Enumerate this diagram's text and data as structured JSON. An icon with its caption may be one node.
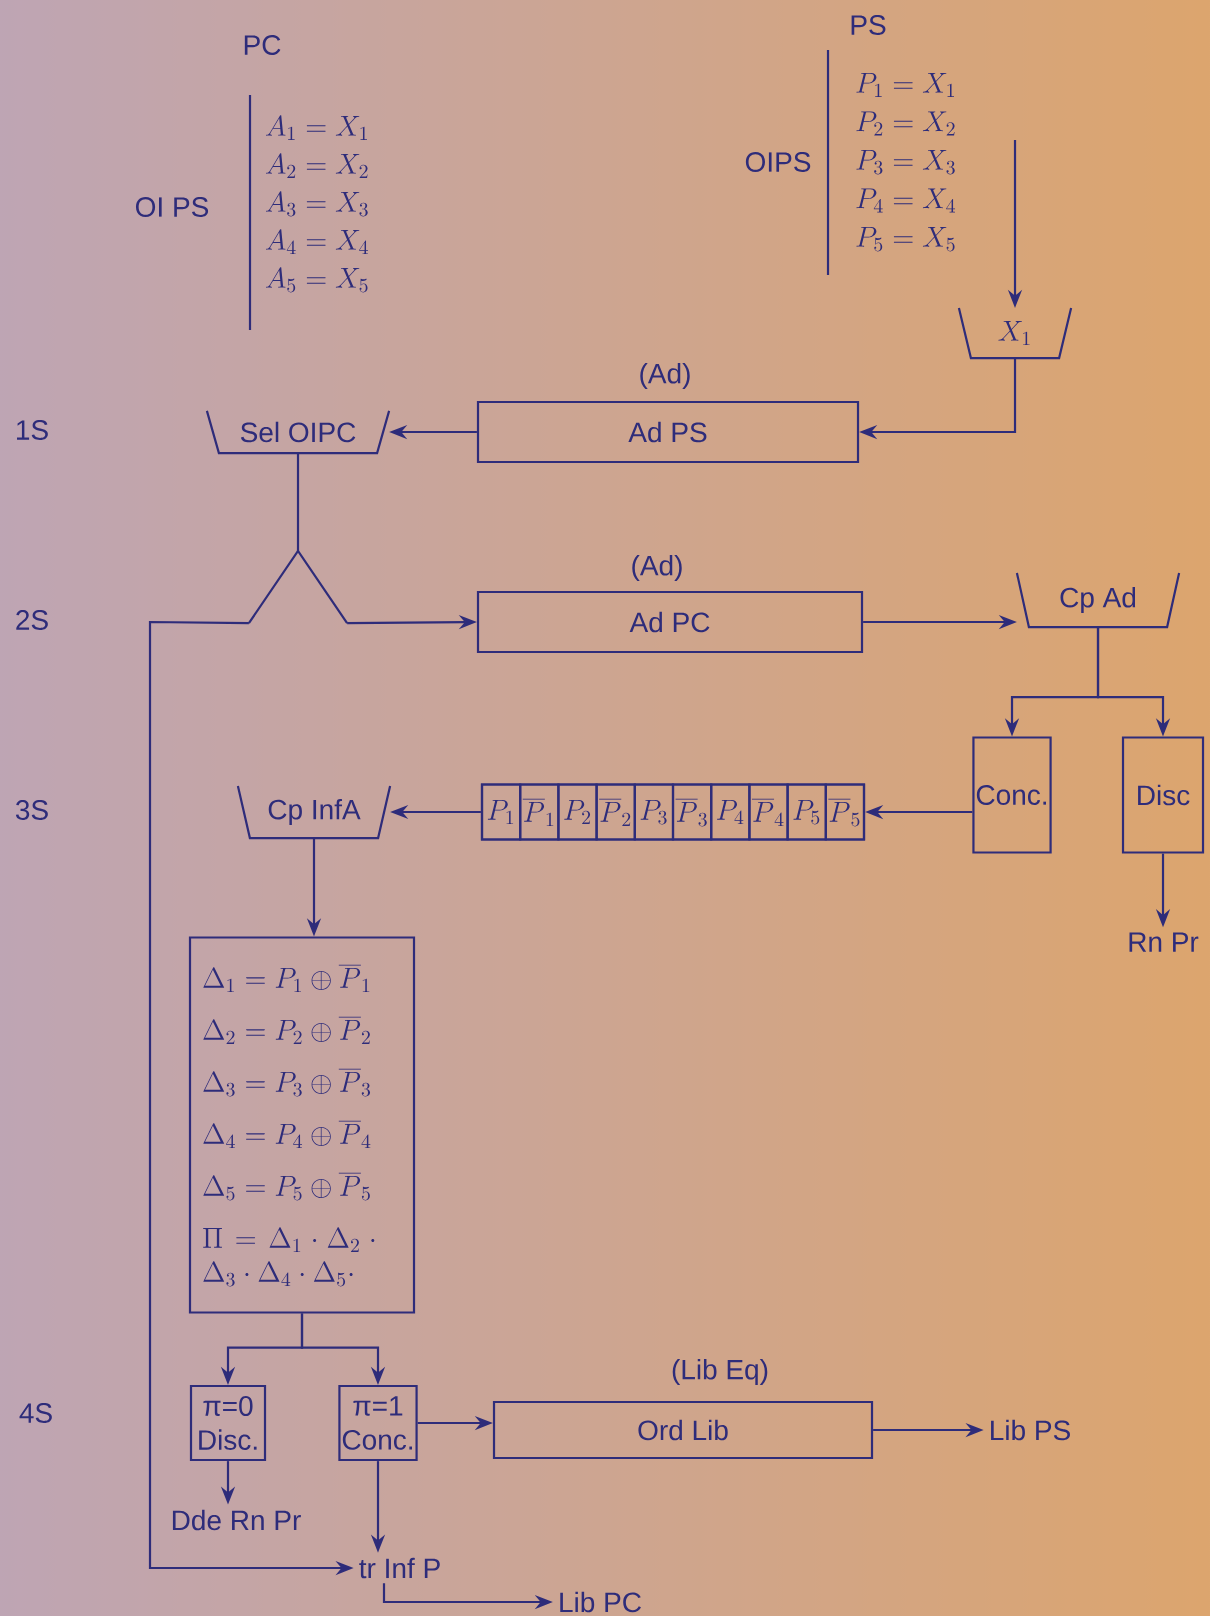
{
  "diagram": {
    "nodes": [
      {
        "text": [
          "X_1"
        ]
      },
      {
        "text": [
          "Ad PS"
        ],
        "beside": [
          "(Ad)"
        ]
      },
      {
        "text": [
          "Sel OIPC"
        ]
      },
      {
        "text": [],
        "shape": "triangle"
      },
      {
        "text": [
          "Ad PC"
        ],
        "beside": [
          "(Ad)"
        ]
      },
      {
        "text": [
          "Cp Ad"
        ]
      },
      {
        "text": [
          "Conc."
        ]
      },
      {
        "text": [
          "Disc"
        ]
      },
      {
        "text": [
          "Rn Pr"
        ]
      },
      {
        "text": [],
        "shape": "box"
      },
      {
        "text": [
          "P_1"
        ],
        "in": 9
      },
      {
        "text": [
          "\\overline{P}_1"
        ],
        "in": 9
      },
      {
        "text": [
          "P_2"
        ],
        "in": 9
      },
      {
        "text": [
          "\\overline{P}_2"
        ],
        "in": 9
      },
      {
        "text": [
          "P_3"
        ],
        "in": 9
      },
      {
        "text": [
          "\\overline{P}_3"
        ],
        "in": 9
      },
      {
        "text": [
          "P_4"
        ],
        "in": 9
      },
      {
        "text": [
          "\\overline{P}_4"
        ],
        "in": 9
      },
      {
        "text": [
          "P_5"
        ],
        "in": 9
      },
      {
        "text": [
          "\\overline{P}_5"
        ],
        "in": 9
      },
      {
        "text": [
          "Cp InfA"
        ]
      },
      {
        "text": [
          "\\Delta_1 = P_1 \\oplus \\overline{P}_1",
          "\\Delta_2 = P_2 \\oplus \\overline{P}_2",
          "\\Delta_3 = P_3 \\oplus \\overline{P}_3",
          "\\Delta_4 = P_4 \\oplus \\overline{P}_4",
          "\\Delta_5 = P_5 \\oplus \\overline{P}_5",
          "\\Pi = \\Delta_1 \\cdot \\Delta_2 \\cdot \\Delta_3 \\cdot \\Delta_4 \\cdot \\Delta_5 \\cdot"
        ]
      },
      {
        "text": [
          "π=0",
          "Disc."
        ]
      },
      {
        "text": [
          "π=1",
          "Conc."
        ]
      },
      {
        "text": [
          "Dde Rn Pr"
        ]
      },
      {
        "text": [
          "tr Inf P"
        ]
      },
      {
        "text": [
          "Ord Lib"
        ],
        "beside": [
          "(Lib Eq)"
        ]
      },
      {
        "text": [
          "Lib PS"
        ]
      },
      {
        "text": [
          "Lib PC"
        ]
      }
    ],
    "edges": [
      {
        "from": null,
        "to": 0,
        "arrow": "to"
      },
      {
        "from": 0,
        "to": 1,
        "arrow": "to"
      },
      {
        "from": 1,
        "to": 2,
        "arrow": "to"
      },
      {
        "from": 2,
        "to": 3,
        "arrow": "none"
      },
      {
        "from": 3,
        "to": 4,
        "arrow": "to"
      },
      {
        "from": 3,
        "to": 25,
        "arrow": "to"
      },
      {
        "from": 4,
        "to": 5,
        "arrow": "to"
      },
      {
        "from": 5,
        "to": 6,
        "arrow": "to"
      },
      {
        "from": 5,
        "to": 7,
        "arrow": "to"
      },
      {
        "from": 7,
        "to": 8,
        "arrow": "to"
      },
      {
        "from": 6,
        "to": 9,
        "arrow": "to"
      },
      {
        "from": 9,
        "to": 20,
        "arrow": "to"
      },
      {
        "from": 20,
        "to": 21,
        "arrow": "to"
      },
      {
        "from": 21,
        "to": 22,
        "arrow": "to"
      },
      {
        "from": 21,
        "to": 23,
        "arrow": "to"
      },
      {
        "from": 22,
        "to": 24,
        "arrow": "to"
      },
      {
        "from": 23,
        "to": 25,
        "arrow": "to"
      },
      {
        "from": 23,
        "to": 26,
        "arrow": "to"
      },
      {
        "from": 26,
        "to": 27,
        "arrow": "to"
      },
      {
        "from": 25,
        "to": 28,
        "arrow": "to"
      }
    ],
    "labels": [
      "PC",
      "OI PS",
      "A_1 = X_1",
      "A_2 = X_2",
      "A_3 = X_3",
      "A_4 = X_4",
      "A_5 = X_5",
      "PS",
      "OIPS",
      "P_1 = X_1",
      "P_2 = X_2",
      "P_3 = X_3",
      "P_4 = X_4",
      "P_5 = X_5",
      "1S",
      "2S",
      "3S",
      "4S"
    ]
  }
}
